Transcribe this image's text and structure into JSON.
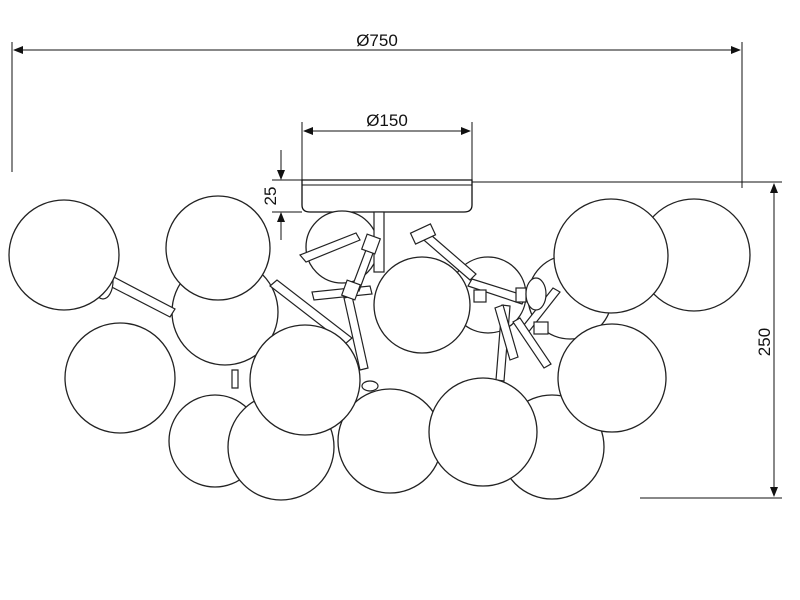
{
  "dimensions": {
    "overall_diameter": "Ø750",
    "canopy_diameter": "Ø150",
    "canopy_height": "25",
    "overall_height": "250"
  },
  "colors": {
    "line": "#111111",
    "background": "#ffffff"
  }
}
